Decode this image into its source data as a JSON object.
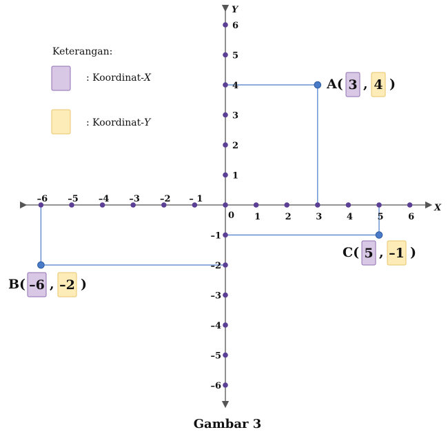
{
  "figure": {
    "caption": "Gambar 3",
    "colors": {
      "axis": "#555555",
      "grid_dot": "#5b3f95",
      "point": "#4a7bc8",
      "guide_line": "#4a7bc8",
      "x_box_fill": "#d9c7e6",
      "x_box_stroke": "#8e6fb1",
      "y_box_fill": "#fdecb8",
      "y_box_stroke": "#e6c56a"
    }
  },
  "legend": {
    "title": "Keterangan:",
    "items": [
      {
        "prefix": ": Koordinat-",
        "axis": "X",
        "swatch": "x"
      },
      {
        "prefix": ": Koordinat-",
        "axis": "Y",
        "swatch": "y"
      }
    ]
  },
  "chart_data": {
    "type": "scatter",
    "x_axis_label": "X",
    "y_axis_label": "Y",
    "xlim": [
      -6,
      6
    ],
    "ylim": [
      -6,
      6
    ],
    "origin_label": "0",
    "x_ticks": [
      {
        "value": -6,
        "label": "–6"
      },
      {
        "value": -5,
        "label": "–5"
      },
      {
        "value": -4,
        "label": "–4"
      },
      {
        "value": -3,
        "label": "–3"
      },
      {
        "value": -2,
        "label": "–2"
      },
      {
        "value": -1,
        "label": "– 1"
      },
      {
        "value": 1,
        "label": "1"
      },
      {
        "value": 2,
        "label": "2"
      },
      {
        "value": 3,
        "label": "3"
      },
      {
        "value": 4,
        "label": "4"
      },
      {
        "value": 5,
        "label": "5"
      },
      {
        "value": 6,
        "label": "6"
      }
    ],
    "y_ticks": [
      {
        "value": 6,
        "label": "6"
      },
      {
        "value": 5,
        "label": "5"
      },
      {
        "value": 4,
        "label": "4"
      },
      {
        "value": 3,
        "label": "3"
      },
      {
        "value": 2,
        "label": "2"
      },
      {
        "value": 1,
        "label": "1"
      },
      {
        "value": -1,
        "label": "–1"
      },
      {
        "value": -2,
        "label": "–2"
      },
      {
        "value": -3,
        "label": "–3"
      },
      {
        "value": -4,
        "label": "–4"
      },
      {
        "value": -5,
        "label": "–5"
      },
      {
        "value": -6,
        "label": "–6"
      }
    ],
    "points": [
      {
        "name": "A",
        "x": 3,
        "y": 4,
        "x_text": "3",
        "y_text": "4",
        "label_side": "right"
      },
      {
        "name": "B",
        "x": -6,
        "y": -2,
        "x_text": "–6",
        "y_text": "–2",
        "label_side": "below-left"
      },
      {
        "name": "C",
        "x": 5,
        "y": -1,
        "x_text": "5",
        "y_text": "–1",
        "label_side": "below-left"
      }
    ]
  }
}
